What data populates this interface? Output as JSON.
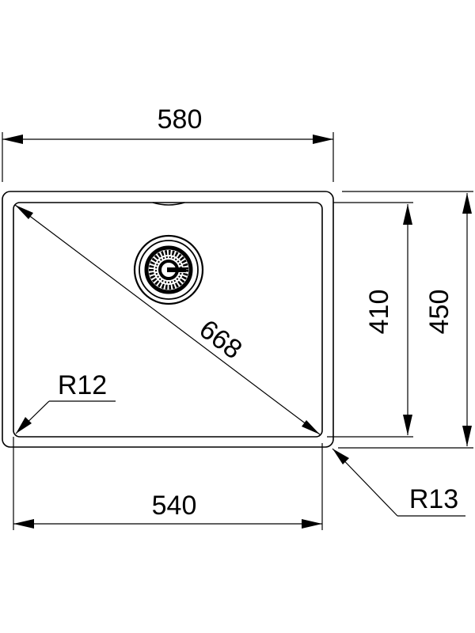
{
  "drawing": {
    "title": "Undermount sink technical drawing",
    "units": "mm",
    "colors": {
      "line": "#000000",
      "background": "#ffffff"
    }
  },
  "dimensions": {
    "overall_width": "580",
    "overall_depth": "450",
    "bowl_width": "540",
    "bowl_depth": "410",
    "bowl_diagonal": "668",
    "inner_radius": "R12",
    "outer_radius": "R13"
  },
  "features": {
    "drain": "drain-strainer-icon",
    "overflow": "overflow-slot"
  }
}
